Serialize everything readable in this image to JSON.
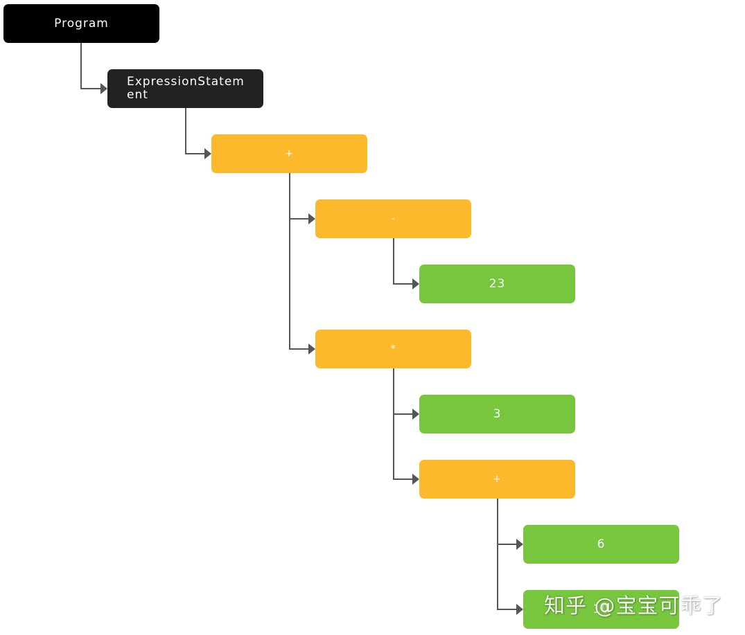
{
  "diagram": {
    "nodes": [
      {
        "id": "program",
        "label": "Program",
        "kind": "black"
      },
      {
        "id": "expression-statement",
        "label": "ExpressionStatement",
        "kind": "dark"
      },
      {
        "id": "op-plus-root",
        "label": "+",
        "kind": "orange"
      },
      {
        "id": "op-minus",
        "label": "-",
        "kind": "orange"
      },
      {
        "id": "num-23",
        "label": "23",
        "kind": "green"
      },
      {
        "id": "op-times",
        "label": "*",
        "kind": "orange"
      },
      {
        "id": "num-3",
        "label": "3",
        "kind": "green"
      },
      {
        "id": "op-plus-inner",
        "label": "+",
        "kind": "orange"
      },
      {
        "id": "num-6",
        "label": "6",
        "kind": "green"
      },
      {
        "id": "num-10",
        "label": "10",
        "kind": "green"
      }
    ],
    "edges": [
      [
        "program",
        "expression-statement"
      ],
      [
        "expression-statement",
        "op-plus-root"
      ],
      [
        "op-plus-root",
        "op-minus"
      ],
      [
        "op-minus",
        "num-23"
      ],
      [
        "op-plus-root",
        "op-times"
      ],
      [
        "op-times",
        "num-3"
      ],
      [
        "op-times",
        "op-plus-inner"
      ],
      [
        "op-plus-inner",
        "num-6"
      ],
      [
        "op-plus-inner",
        "num-10"
      ]
    ],
    "colors": {
      "black": "#000000",
      "dark": "#222222",
      "orange": "#FBB92B",
      "green": "#77C63D",
      "connector": "#555555"
    }
  },
  "watermark": "知乎 @宝宝可乖了"
}
